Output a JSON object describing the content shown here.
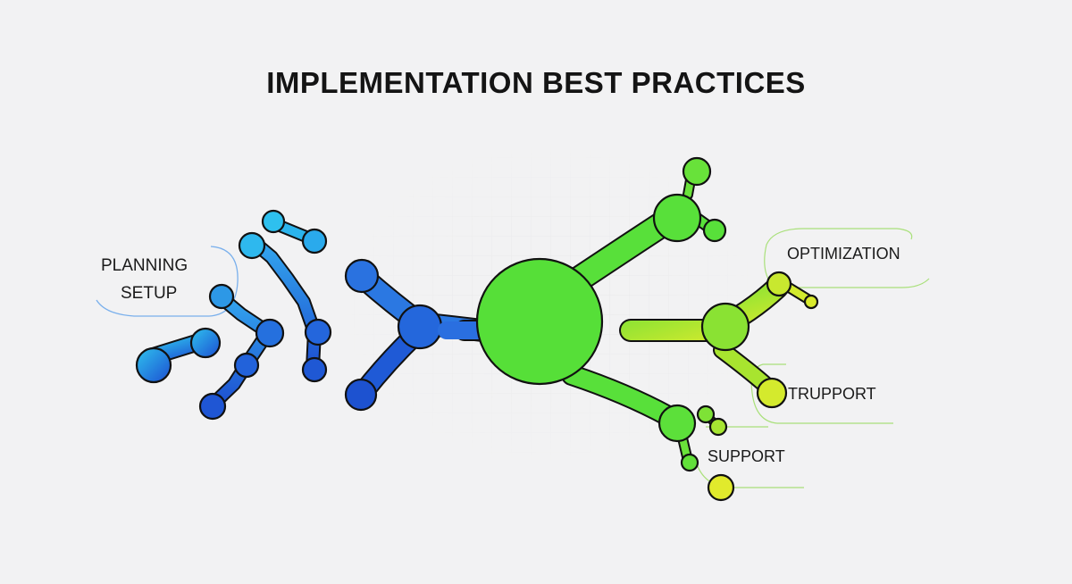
{
  "title": "IMPLEMENTATION BEST PRACTICES",
  "labels": {
    "planning": "PLANNING",
    "setup": "SETUP",
    "optimization": "OPTIMIZATION",
    "trupport": "TRUPPORT",
    "support": "SUPPORT"
  },
  "colors": {
    "background": "#f2f2f3",
    "blue_dark": "#1f57d6",
    "blue_light": "#2cb7ec",
    "green": "#58e03a",
    "yellow_green": "#d7ea2e",
    "outline": "#111111"
  }
}
